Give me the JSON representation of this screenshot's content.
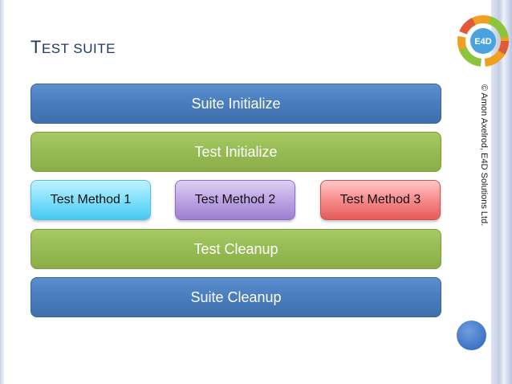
{
  "slide": {
    "title_first": "T",
    "title_rest": "EST SUITE",
    "copyright": "© Amon Axelrod, E4D Solutions Ltd.",
    "logo_text": "E4D"
  },
  "diagram": {
    "suite_initialize": "Suite Initialize",
    "test_initialize": "Test Initialize",
    "methods": [
      "Test Method 1",
      "Test Method 2",
      "Test Method 3"
    ],
    "test_cleanup": "Test Cleanup",
    "suite_cleanup": "Suite Cleanup"
  },
  "colors": {
    "title": "#1f3864",
    "suite_bar": "#4a7ebf",
    "test_bar": "#98bc55",
    "method1": "#7fe0fb",
    "method2": "#bda4e3",
    "method3": "#f68b8b"
  }
}
